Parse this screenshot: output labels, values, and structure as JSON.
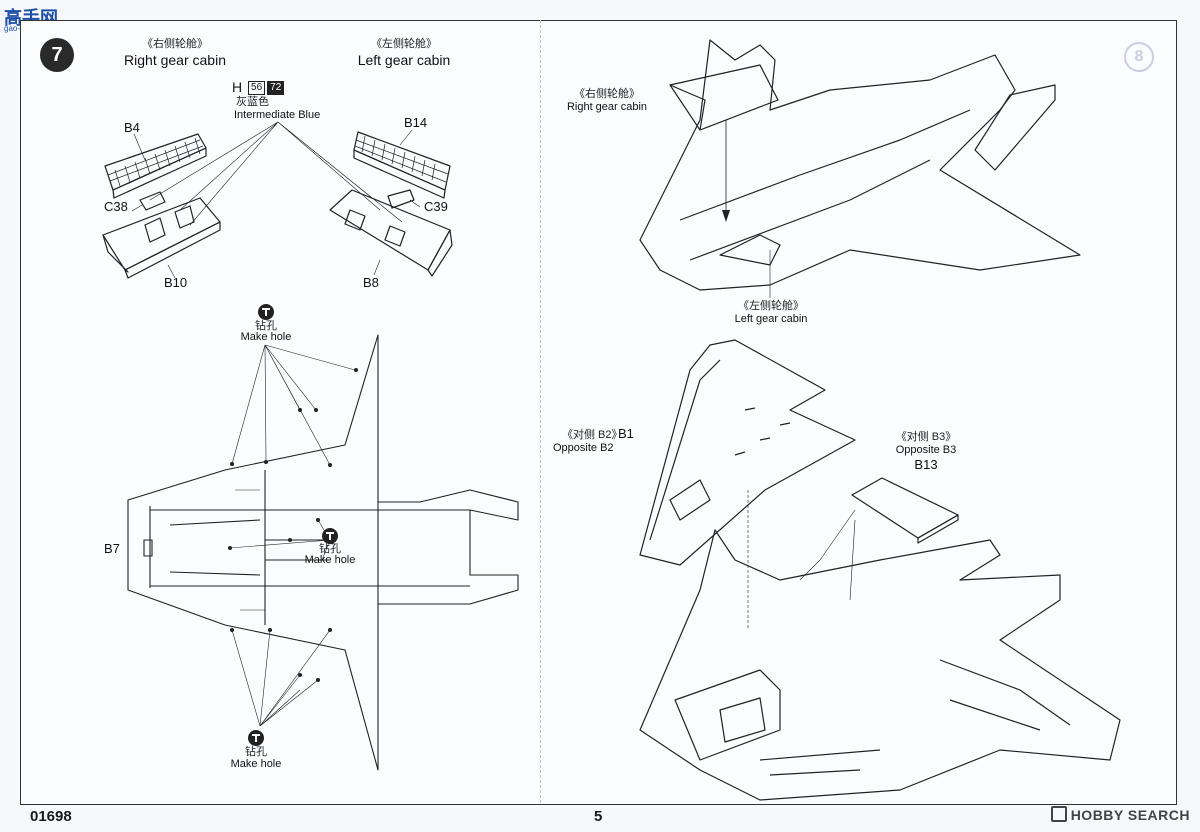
{
  "header": {
    "site_logo": "高手网",
    "site_url": "gao-shou.com"
  },
  "step": {
    "number": "7",
    "ghost_number": "8"
  },
  "left_panel": {
    "right_cabin": {
      "cn": "《右侧轮舱》",
      "en": "Right gear cabin"
    },
    "left_cabin": {
      "cn": "《左侧轮舱》",
      "en": "Left gear cabin"
    },
    "paint": {
      "prefix": "H",
      "code1": "56",
      "code2": "72",
      "cn": "灰蓝色",
      "en": "Intermediate Blue"
    },
    "parts": {
      "b4": "B4",
      "b14": "B14",
      "c38": "C38",
      "c39": "C39",
      "b10": "B10",
      "b8": "B8",
      "b7": "B7"
    },
    "drill_top": {
      "cn": "钻孔",
      "en": "Make hole"
    },
    "drill_mid": {
      "cn": "钻孔",
      "en": "Make hole"
    },
    "drill_bottom": {
      "cn": "钻孔",
      "en": "Make hole"
    }
  },
  "right_panel": {
    "right_cabin": {
      "cn": "《右侧轮舱》",
      "en": "Right gear cabin"
    },
    "left_cabin": {
      "cn": "《左侧轮舱》",
      "en": "Left gear cabin"
    },
    "b1": {
      "cn": "《对侧 B2》",
      "part": "B1",
      "en": "Opposite B2"
    },
    "b13": {
      "cn": "《对侧 B3》",
      "en": "Opposite B3",
      "part": "B13"
    }
  },
  "footer": {
    "code": "01698",
    "page": "5",
    "watermark": "HOBBY SEARCH"
  }
}
